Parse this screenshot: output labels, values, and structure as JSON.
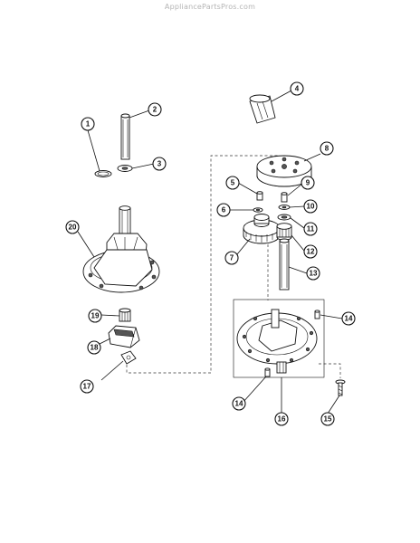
{
  "watermark": "AppliancePartsPros.com",
  "callouts": [
    {
      "label": "1"
    },
    {
      "label": "2"
    },
    {
      "label": "3"
    },
    {
      "label": "4"
    },
    {
      "label": "5"
    },
    {
      "label": "6"
    },
    {
      "label": "7"
    },
    {
      "label": "8"
    },
    {
      "label": "9"
    },
    {
      "label": "10"
    },
    {
      "label": "11"
    },
    {
      "label": "12"
    },
    {
      "label": "13"
    },
    {
      "label": "14"
    },
    {
      "label": "14"
    },
    {
      "label": "15"
    },
    {
      "label": "16"
    },
    {
      "label": "17"
    },
    {
      "label": "18"
    },
    {
      "label": "19"
    },
    {
      "label": "20"
    }
  ]
}
